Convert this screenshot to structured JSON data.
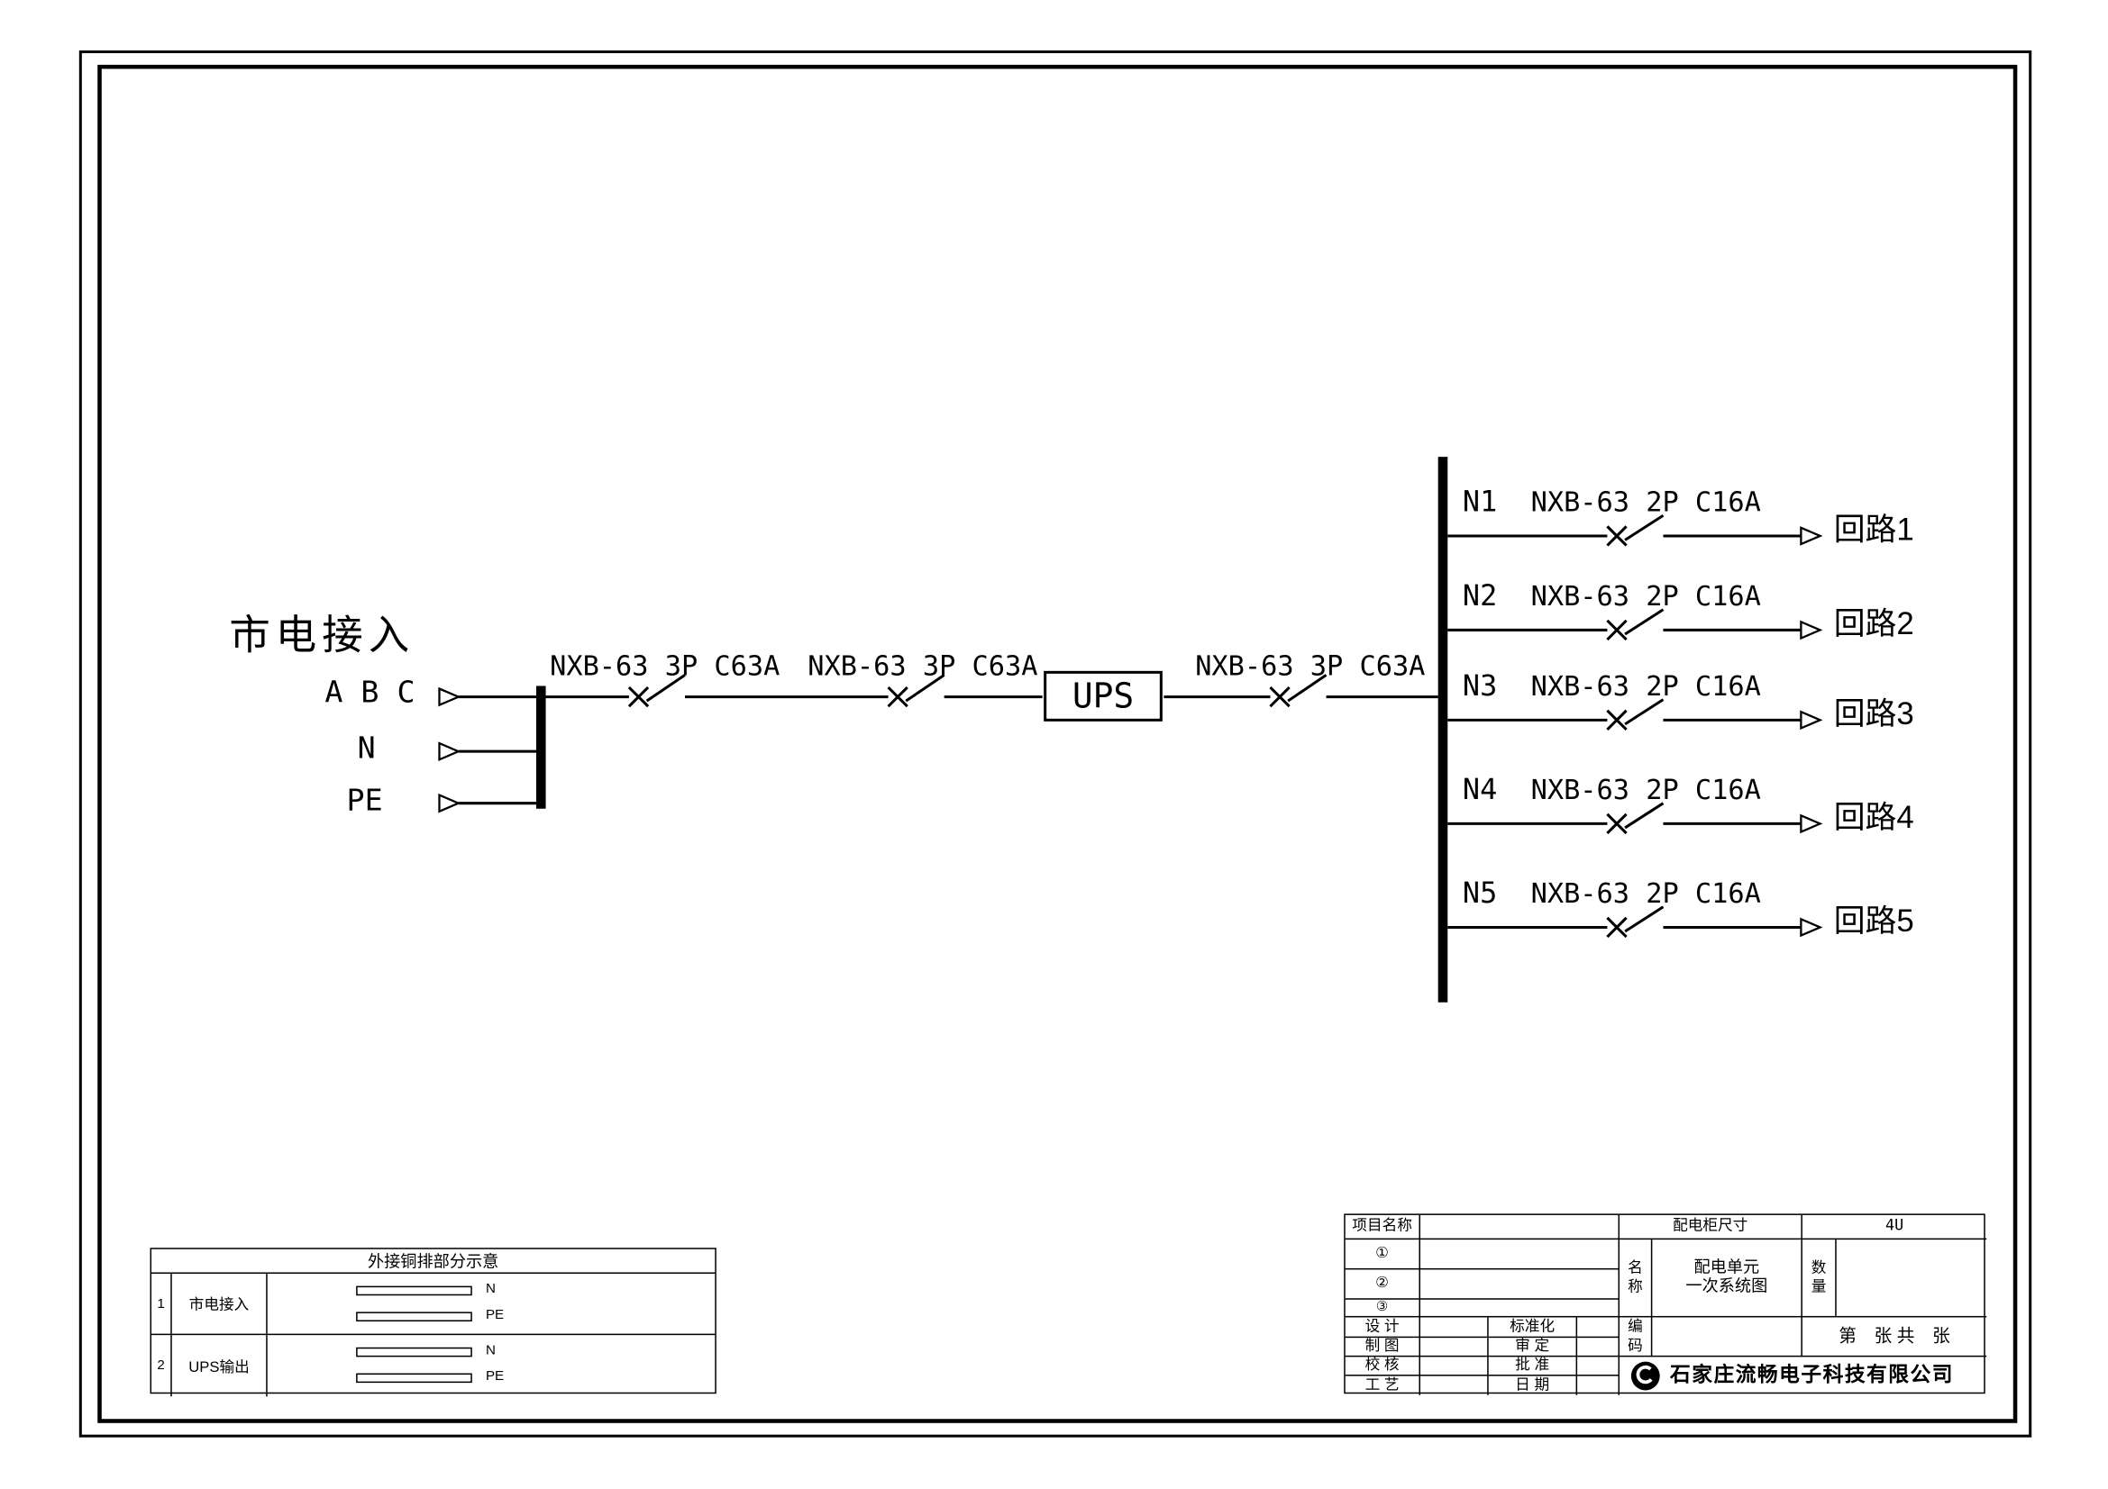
{
  "schematic": {
    "mains_title": "市电接入",
    "phases": [
      "A B C",
      "N",
      "PE"
    ],
    "main_breakers": [
      "NXB-63 3P C63A",
      "NXB-63 3P C63A",
      "NXB-63 3P C63A"
    ],
    "ups_label": "UPS",
    "branches": [
      {
        "n": "N1",
        "breaker": "NXB-63 2P C16A",
        "circuit": "回路1"
      },
      {
        "n": "N2",
        "breaker": "NXB-63 2P C16A",
        "circuit": "回路2"
      },
      {
        "n": "N3",
        "breaker": "NXB-63 2P C16A",
        "circuit": "回路3"
      },
      {
        "n": "N4",
        "breaker": "NXB-63 2P C16A",
        "circuit": "回路4"
      },
      {
        "n": "N5",
        "breaker": "NXB-63 2P C16A",
        "circuit": "回路5"
      }
    ]
  },
  "copper_table": {
    "title": "外接铜排部分示意",
    "rows": [
      {
        "no": "1",
        "label": "市电接入",
        "bar1": "N",
        "bar2": "PE"
      },
      {
        "no": "2",
        "label": "UPS输出",
        "bar1": "N",
        "bar2": "PE"
      }
    ]
  },
  "title_block": {
    "project_name_label": "项目名称",
    "row1": "①",
    "row2": "②",
    "row3": "③",
    "design_label": "设  计",
    "draft_label": "制  图",
    "check_label": "校  核",
    "process_label": "工  艺",
    "standardization_label": "标准化",
    "review_label": "审  定",
    "approve_label": "批  准",
    "date_label": "日  期",
    "cabinet_size_label": "配电柜尺寸",
    "cabinet_size_value": "4U",
    "name_label": "名称",
    "name_value_line1": "配电单元",
    "name_value_line2": "一次系统图",
    "qty_label": "数量",
    "code_label": "编码",
    "sheet_label": "第　张 共　张",
    "company": "石家庄流畅电子科技有限公司"
  }
}
